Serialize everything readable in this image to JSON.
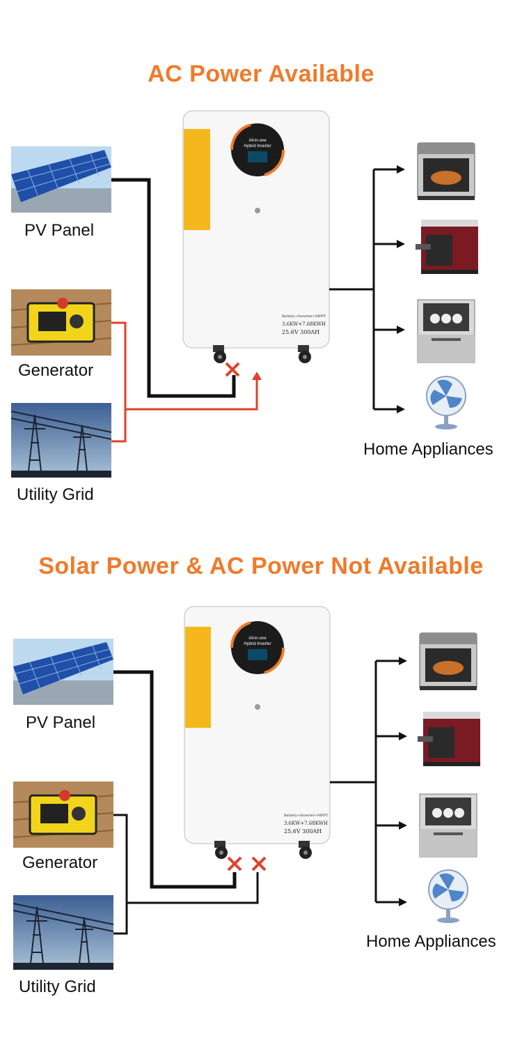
{
  "panels": [
    {
      "title": "AC Power Available",
      "sources": {
        "pv": "PV Panel",
        "generator": "Generator",
        "grid": "Utility Grid"
      },
      "loads_label": "Home Appliances",
      "inverter": {
        "badge_line1": "All-in-one",
        "badge_line2": "Hybrid Inverter",
        "spec_line1": "Battery+Inverter+MPPT",
        "spec_line2": "3.6KW+7.68KWH",
        "spec_line3": "25.6V 300AH"
      }
    },
    {
      "title": "Solar Power & AC Power Not Available",
      "sources": {
        "pv": "PV Panel",
        "generator": "Generator",
        "grid": "Utility Grid"
      },
      "loads_label": "Home Appliances",
      "inverter": {
        "badge_line1": "All-in-one",
        "badge_line2": "Hybrid Inverter",
        "spec_line1": "Battery+Inverter+MPPT",
        "spec_line2": "3.6KW+7.68KWH",
        "spec_line3": "25.6V 300AH"
      }
    }
  ],
  "colors": {
    "title": "#f07a2a",
    "active_wire": "#e2402a",
    "inactive_wire": "#111111",
    "blocked_mark": "#e2402a",
    "inverter_accent": "#f4b81c",
    "inverter_body": "#f7f7f7"
  },
  "icons": [
    "solar-panel-image",
    "generator-image",
    "power-lines-image",
    "oven-icon",
    "coffee-machine-icon",
    "dishwasher-icon",
    "fan-icon"
  ]
}
